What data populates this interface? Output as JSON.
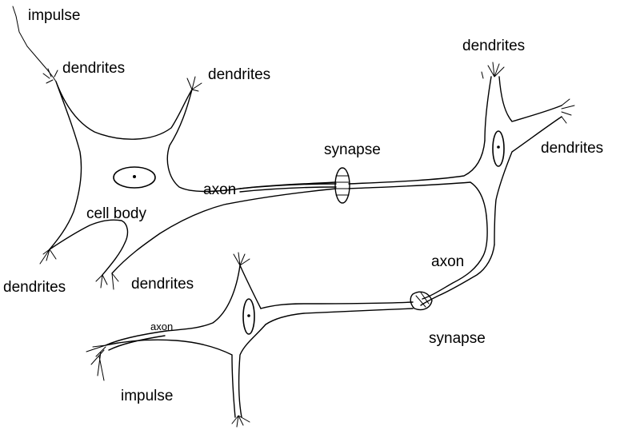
{
  "labels": {
    "impulse_top": "impulse",
    "dendrites_1": "dendrites",
    "dendrites_2": "dendrites",
    "dendrites_3": "dendrites",
    "dendrites_4": "dendrites",
    "dendrites_5": "dendrites",
    "dendrites_6": "dendrites",
    "synapse_1": "synapse",
    "synapse_2": "synapse",
    "axon_1": "axon",
    "axon_2": "axon",
    "axon_3": "axon",
    "cell_body": "cell body",
    "impulse_bottom": "impulse"
  }
}
